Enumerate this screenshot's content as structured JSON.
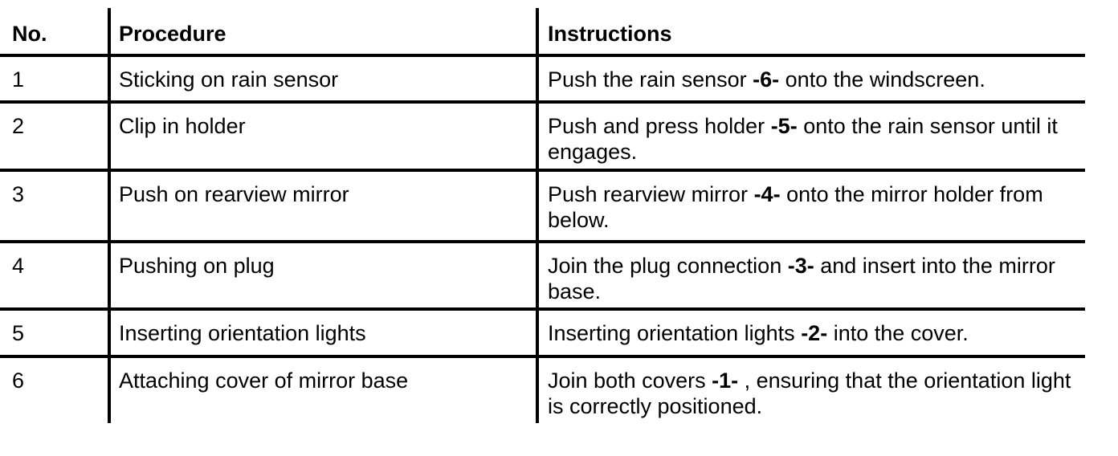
{
  "table": {
    "headers": {
      "no": "No.",
      "procedure": "Procedure",
      "instructions": "Instructions"
    },
    "rows": [
      {
        "no": "1",
        "procedure": "Sticking on rain sensor",
        "instruction": {
          "pre": "Push the rain sensor ",
          "ref": "-6-",
          "post": " onto the windscreen."
        }
      },
      {
        "no": "2",
        "procedure": "Clip in holder",
        "instruction": {
          "pre": "Push and press holder ",
          "ref": "-5-",
          "post": " onto the rain sensor until it engages."
        }
      },
      {
        "no": "3",
        "procedure": "Push on rearview mirror",
        "instruction": {
          "pre": "Push rearview mirror ",
          "ref": "-4-",
          "post": " onto the mirror holder from below."
        }
      },
      {
        "no": "4",
        "procedure": "Pushing on plug",
        "instruction": {
          "pre": "Join the plug connection ",
          "ref": "-3-",
          "post": " and insert into the mirror base."
        }
      },
      {
        "no": "5",
        "procedure": "Inserting orientation lights",
        "instruction": {
          "pre": "Inserting orientation lights ",
          "ref": "-2-",
          "post": " into the cover."
        }
      },
      {
        "no": "6",
        "procedure": "Attaching cover of mirror base",
        "instruction": {
          "pre": "Join both covers ",
          "ref": "-1-",
          "post": " , ensuring that the orientation light is correctly positioned."
        }
      }
    ],
    "colors": {
      "border": "#000000",
      "text": "#000000",
      "background": "#ffffff"
    }
  }
}
